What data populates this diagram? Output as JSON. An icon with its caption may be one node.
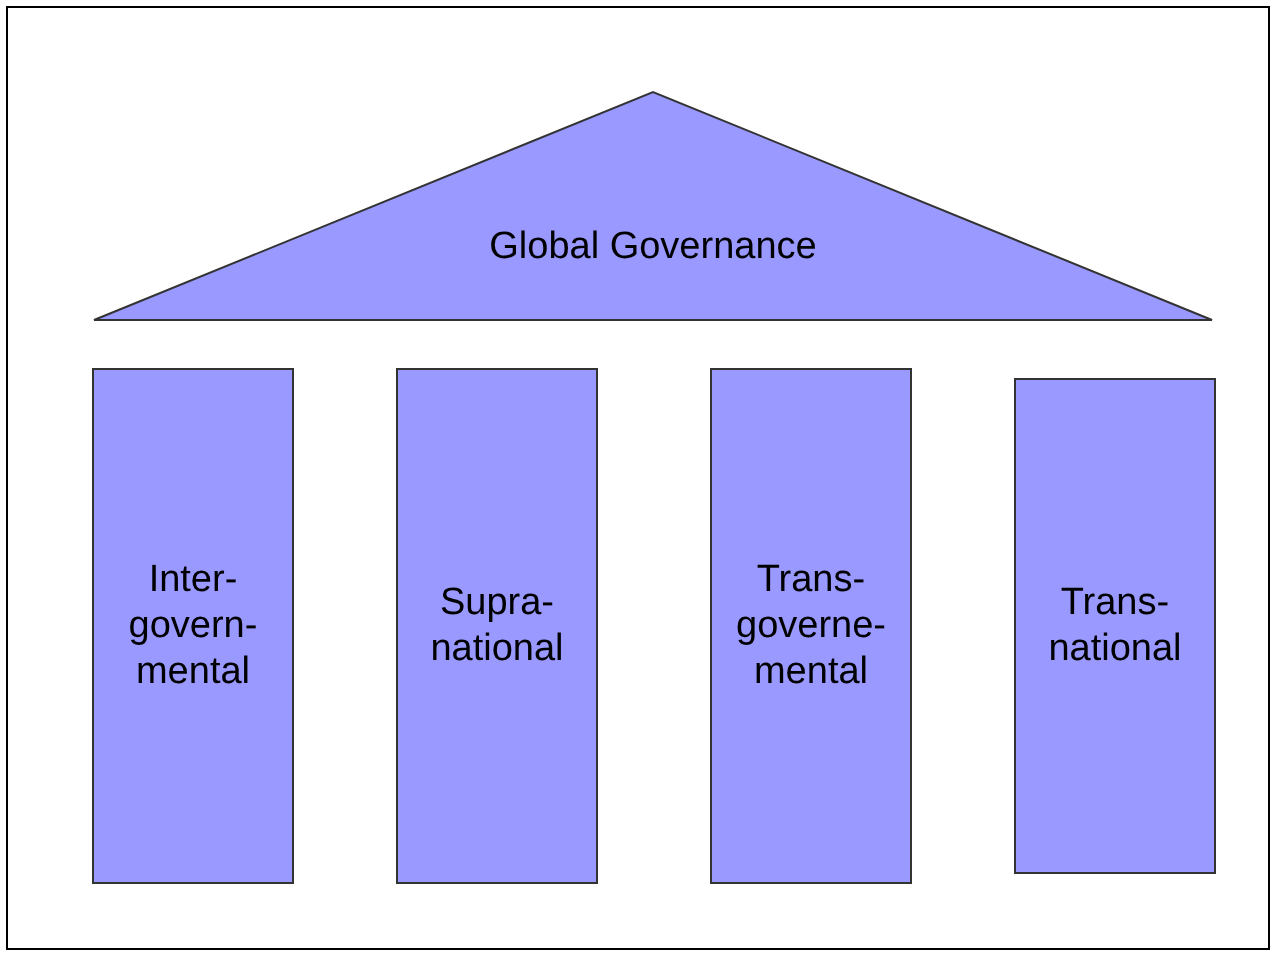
{
  "diagram": {
    "nodes": [
      {
        "text": [
          "Global Governance"
        ]
      },
      {
        "text": [
          "Inter- govern- mental"
        ]
      },
      {
        "text": [
          "Supra- national"
        ]
      },
      {
        "text": [
          "Trans- governe- mental"
        ]
      },
      {
        "text": [
          "Trans- national"
        ]
      }
    ]
  }
}
